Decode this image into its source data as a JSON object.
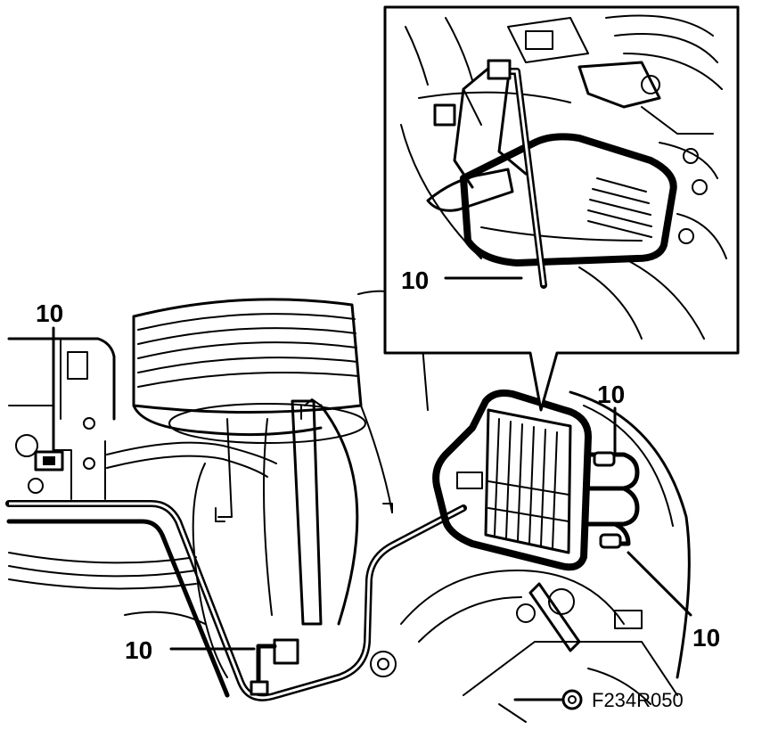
{
  "callouts": [
    {
      "id": "inset",
      "label": "10"
    },
    {
      "id": "left-top",
      "label": "10"
    },
    {
      "id": "bottom-left",
      "label": "10"
    },
    {
      "id": "right-top",
      "label": "10"
    },
    {
      "id": "right-bottom",
      "label": "10"
    }
  ],
  "figure_code": "F234R050",
  "colors": {
    "ink": "#000000",
    "paper": "#ffffff"
  }
}
